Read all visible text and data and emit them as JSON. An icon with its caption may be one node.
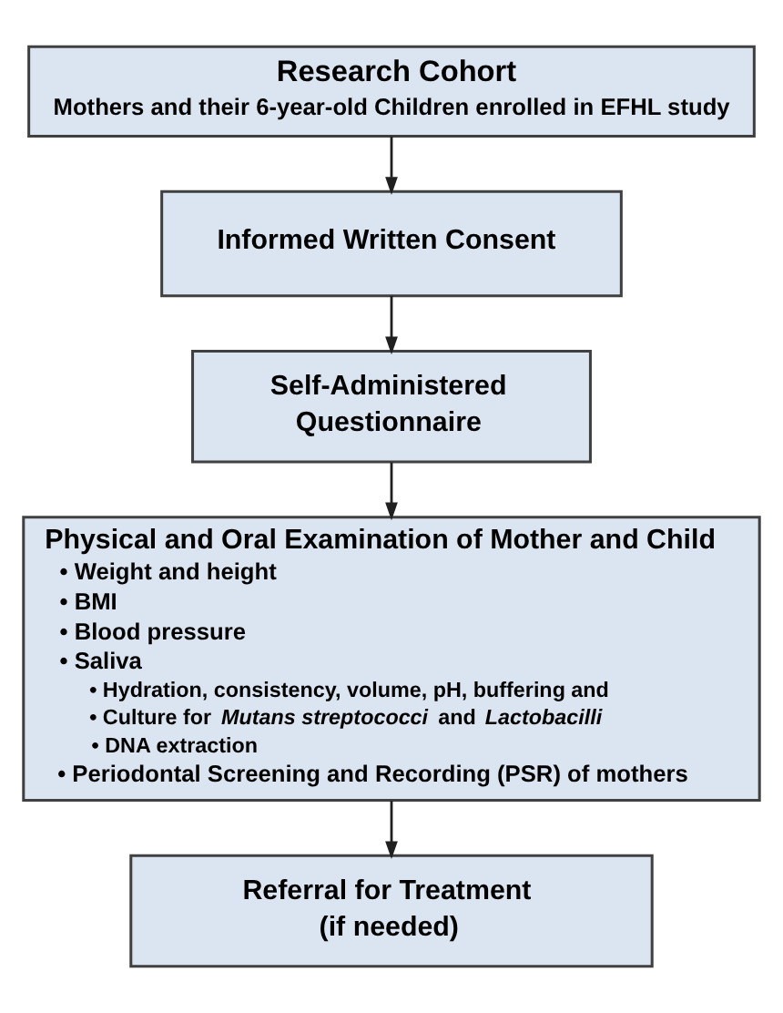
{
  "diagram": {
    "nodes": [
      {
        "text": [
          "Research Cohort",
          "Mothers and their 6-year-old Children enrolled in EFHL study"
        ]
      },
      {
        "text": [
          "Informed Written Consent"
        ]
      },
      {
        "text": [
          "Self-Administered Questionnaire"
        ]
      },
      {
        "text": [
          "Physical and Oral Examination of Mother and Child",
          "• Weight and height",
          "• BMI",
          "• Blood pressure",
          "• Saliva",
          "• Hydration, consistency, volume, pH, buffering and",
          "• Culture for *Mutans streptococci* and *Lactobacilli*",
          "• DNA extraction",
          "• Periodontal Screening and Recording (PSR) of mothers"
        ]
      },
      {
        "text": [
          "Referral for Treatment (if needed)"
        ]
      }
    ],
    "edges": [
      {
        "from": 0,
        "to": 1,
        "arrow": "to"
      },
      {
        "from": 1,
        "to": 2,
        "arrow": "to"
      },
      {
        "from": 2,
        "to": 3,
        "arrow": "to"
      },
      {
        "from": 3,
        "to": 4,
        "arrow": "to"
      }
    ]
  }
}
